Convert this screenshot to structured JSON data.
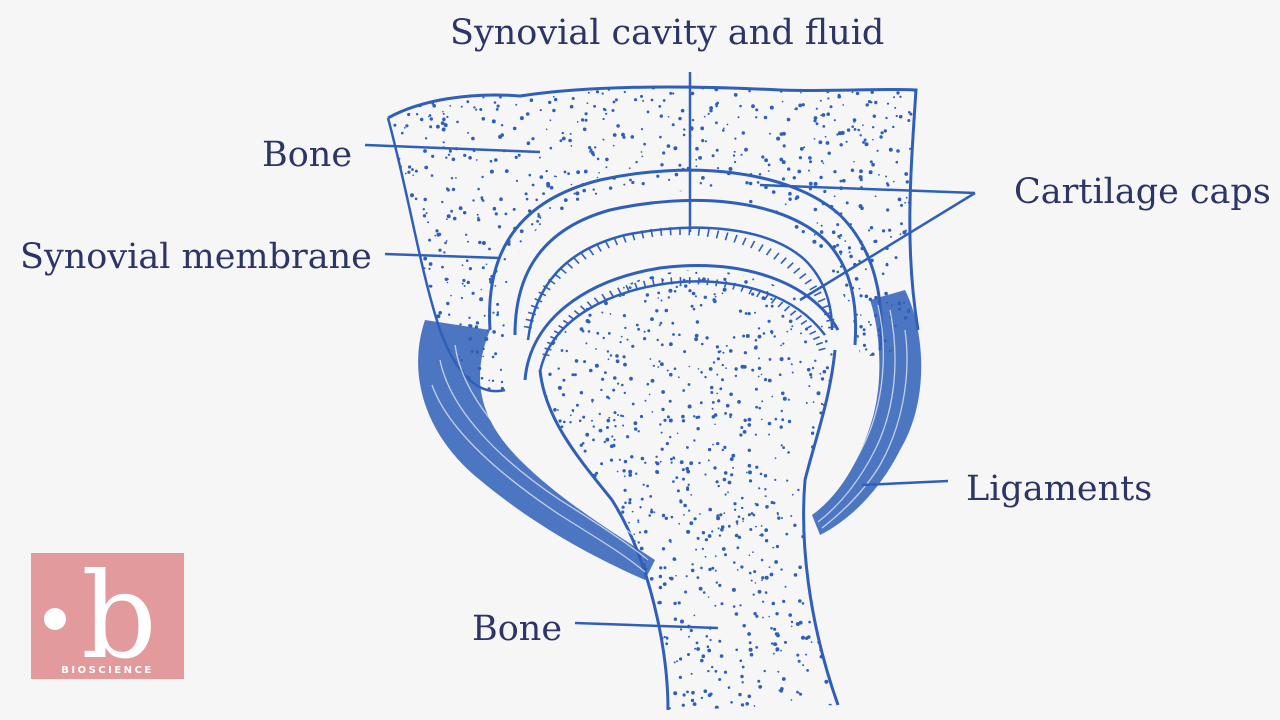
{
  "labels": {
    "synovial_cavity": "Synovial cavity and fluid",
    "bone_top": "Bone",
    "cartilage_caps": "Cartilage caps",
    "synovial_membrane": "Synovial membrane",
    "ligaments": "Ligaments",
    "bone_bottom": "Bone"
  },
  "logo": {
    "letter": "b",
    "caption": "BIOSCIENCE"
  },
  "colors": {
    "ink": "#2f5fb8",
    "label_text": "#2c3566",
    "background": "#f5f6f5",
    "logo_bg": "#e39a9d"
  }
}
